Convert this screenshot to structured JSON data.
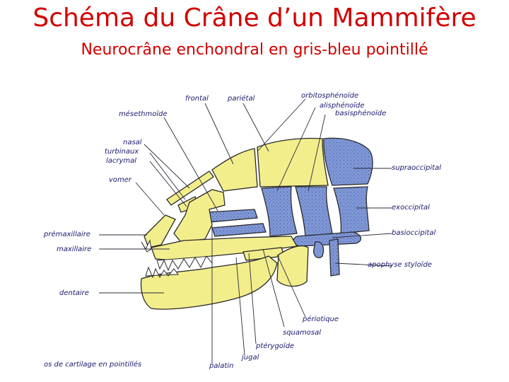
{
  "title": "Schéma du Crâne d’un Mammifère",
  "subtitle": "Neurocrâne enchondral en gris-bleu pointillé",
  "colors": {
    "title": "#d10000",
    "dermal_bone": "#f2ee8c",
    "cartilage_bone": "#7f97d6",
    "label": "#1a1a6e"
  },
  "labels": {
    "frontal": "frontal",
    "parietal": "pariétal",
    "orbitosphenoide": "orbitosphénoïde",
    "alisphenoide": "alisphénoïde",
    "basisphenoide": "basisphénoïde",
    "mesethmoide": "mésethmoïde",
    "nasal": "nasal",
    "turbinaux": "turbinaux",
    "lacrymal": "lacrymal",
    "vomer": "vomer",
    "supraoccipital": "supraoccipital",
    "exoccipital": "exoccipital",
    "basioccipital": "basioccipital",
    "apophyse_styloide": "apophyse styloïde",
    "premaxillaire": "prémaxillaire",
    "maxillaire": "maxillaire",
    "dentaire": "dentaire",
    "periotique": "périotique",
    "squamosal": "squamosal",
    "pterygoide": "ptérygoïde",
    "jugal": "jugal",
    "palatin": "palatin",
    "legend": "os de cartilage en pointillés"
  }
}
